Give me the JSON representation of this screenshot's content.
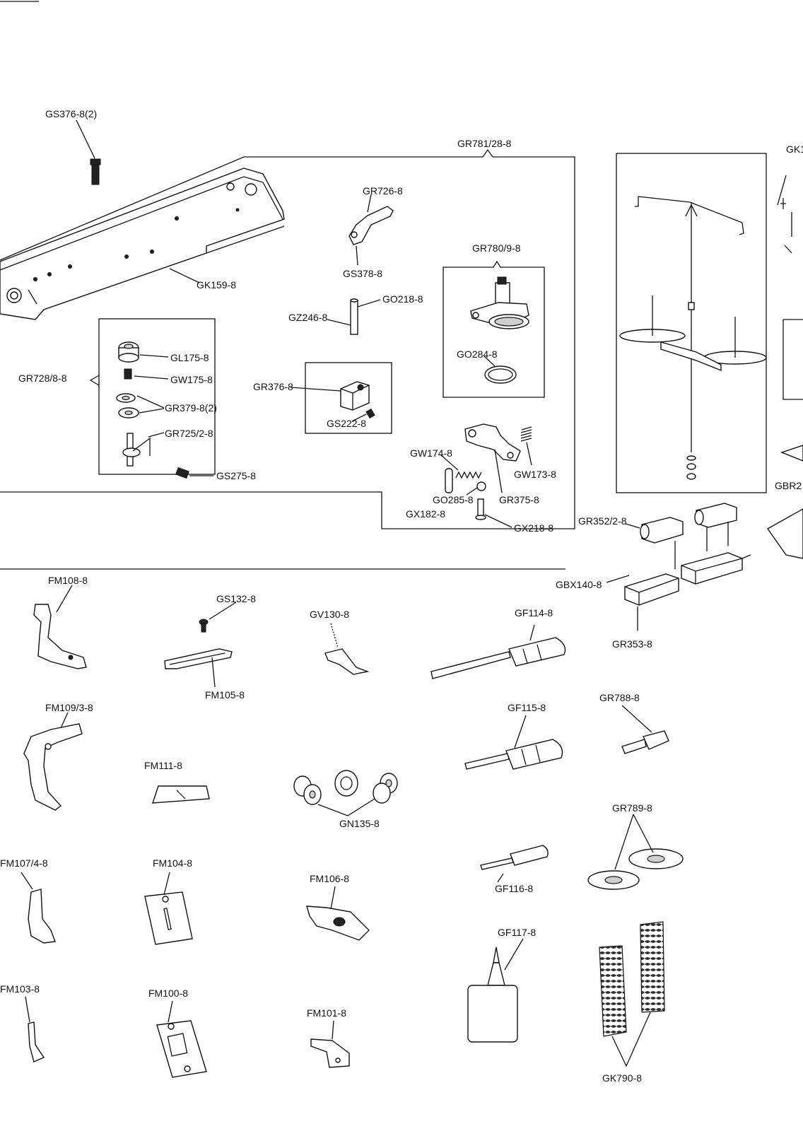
{
  "labels": {
    "gs376": "GS376-8(2)",
    "gr781": "GR781/28-8",
    "gk_top": "GK1",
    "gr726": "GR726-8",
    "gs378": "GS378-8",
    "gk159": "GK159-8",
    "gr780": "GR780/9-8",
    "go218": "GO218-8",
    "gz246": "GZ246-8",
    "go284": "GO284-8",
    "gl175": "GL175-8",
    "gr728": "GR728/8-8",
    "gw175": "GW175-8",
    "gr379": "GR379-8(2)",
    "gr725": "GR725/2-8",
    "gs275": "GS275-8",
    "gr376": "GR376-8",
    "gs222": "GS222-8",
    "gw174": "GW174-8",
    "gw173": "GW173-8",
    "go285": "GO285-8",
    "gr375": "GR375-8",
    "gx182": "GX182-8",
    "gx218": "GX218-8",
    "gbr": "GBR2",
    "gr352": "GR352/2-8",
    "gbx140": "GBX140-8",
    "gr353": "GR353-8",
    "fm108": "FM108-8",
    "gs132": "GS132-8",
    "gv130": "GV130-8",
    "gf114": "GF114-8",
    "fm105": "FM105-8",
    "fm109": "FM109/3-8",
    "gf115": "GF115-8",
    "gr788": "GR788-8",
    "fm111": "FM111-8",
    "gn135": "GN135-8",
    "gr789": "GR789-8",
    "fm107": "FM107/4-8",
    "fm104": "FM104-8",
    "fm106": "FM106-8",
    "gf116": "GF116-8",
    "gf117": "GF117-8",
    "fm103": "FM103-8",
    "fm100": "FM100-8",
    "fm101": "FM101-8",
    "gk790": "GK790-8"
  }
}
